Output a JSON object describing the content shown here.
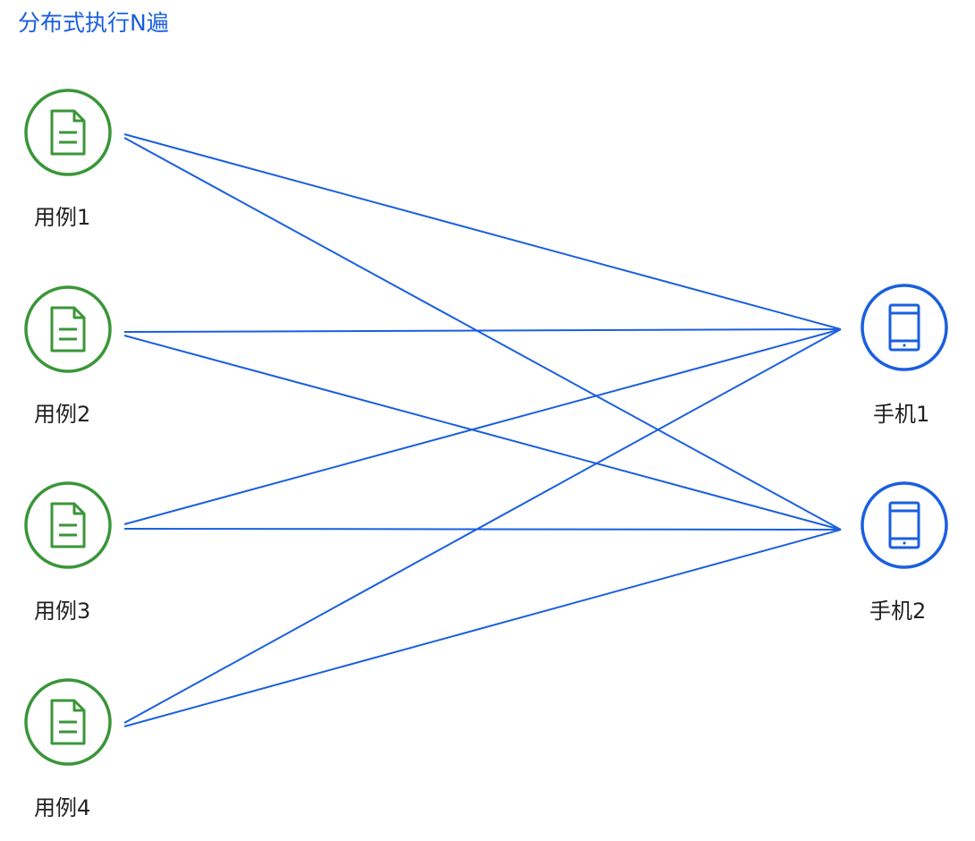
{
  "title": "分布式执行N遍",
  "colors": {
    "accent": "#1a5fe0",
    "case_green": "#3a9638",
    "label_text": "#222222"
  },
  "cases": [
    {
      "label": "用例1"
    },
    {
      "label": "用例2"
    },
    {
      "label": "用例3"
    },
    {
      "label": "用例4"
    }
  ],
  "phones": [
    {
      "label": "手机1"
    },
    {
      "label": "手机2"
    }
  ]
}
